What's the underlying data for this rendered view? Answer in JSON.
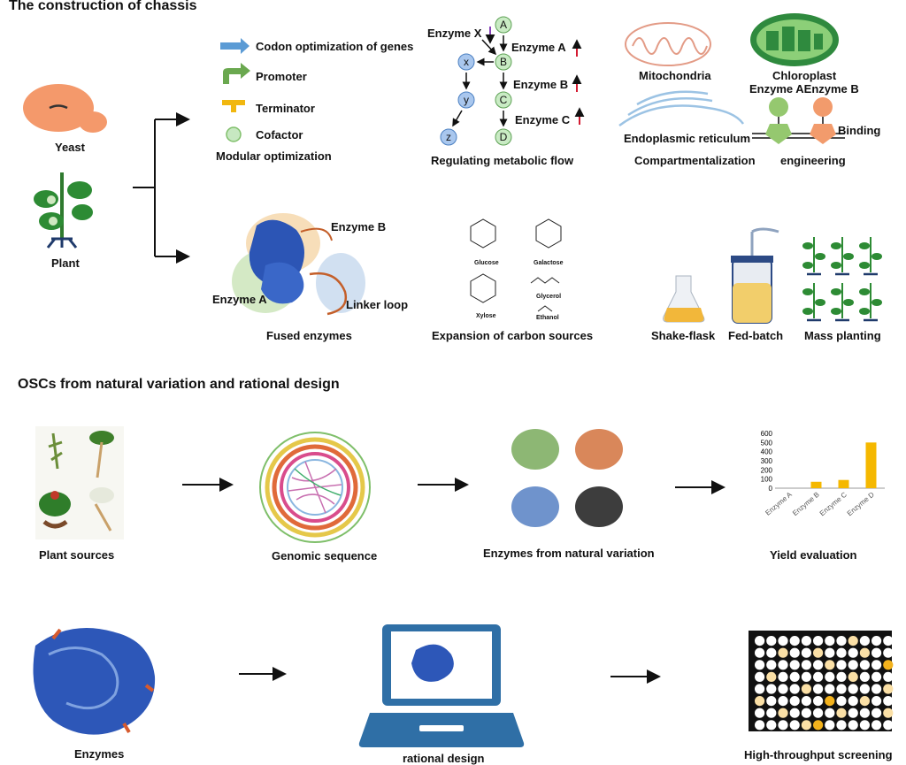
{
  "section1": {
    "title": "The construction of chassis",
    "yeast": "Yeast",
    "plant": "Plant",
    "legend": {
      "codon": "Codon optimization of genes",
      "promoter": "Promoter",
      "terminator": "Terminator",
      "cofactor": "Cofactor",
      "modular": "Modular optimization"
    },
    "flow": {
      "enzyme_x": "Enzyme X",
      "enzyme_a": "Enzyme A",
      "enzyme_b": "Enzyme B",
      "enzyme_c": "Enzyme C",
      "nodes": [
        "A",
        "B",
        "C",
        "D",
        "x",
        "y",
        "z"
      ],
      "caption": "Regulating metabolic flow"
    },
    "compartment": {
      "mitochondria": "Mitochondria",
      "chloroplast": "Chloroplast",
      "enzyme_ab": "Enzyme AEnzyme B",
      "er": "Endoplasmic reticulum",
      "binding": "Binding",
      "caption_left": "Compartmentalization",
      "caption_right": "engineering"
    },
    "fused": {
      "enzyme_b": "Enzyme B",
      "enzyme_a": "Enzyme A",
      "linker": "Linker loop",
      "caption": "Fused enzymes"
    },
    "carbon": {
      "glucose": "Glucose",
      "galactose": "Galactose",
      "xylose": "Xylose",
      "glycerol": "Glycerol",
      "ethanol": "Ethanol",
      "caption": "Expansion of carbon sources"
    },
    "scale": {
      "shake": "Shake-flask",
      "fed": "Fed-batch",
      "mass": "Mass planting"
    }
  },
  "section2": {
    "title": "OSCs from natural variation and rational design",
    "plant_sources": "Plant sources",
    "genomic": "Genomic sequence",
    "natural": "Enzymes from natural variation",
    "yield": "Yield evaluation",
    "enzymes": "Enzymes",
    "rational": "rational design",
    "hts": "High-throughput screening"
  },
  "colors": {
    "accent_blue": "#4a7fc1",
    "orange": "#f29b6c",
    "green": "#5a9b3c",
    "gold": "#f5b800"
  },
  "chart_data": {
    "type": "bar",
    "categories": [
      "Enzyme A",
      "Enzyme B",
      "Enzyme C",
      "Enzyme D"
    ],
    "values": [
      0,
      70,
      90,
      500
    ],
    "ylim": [
      0,
      600
    ],
    "yticks": [
      "0",
      "100",
      "200",
      "300",
      "400",
      "500",
      "600"
    ],
    "grid": false
  }
}
